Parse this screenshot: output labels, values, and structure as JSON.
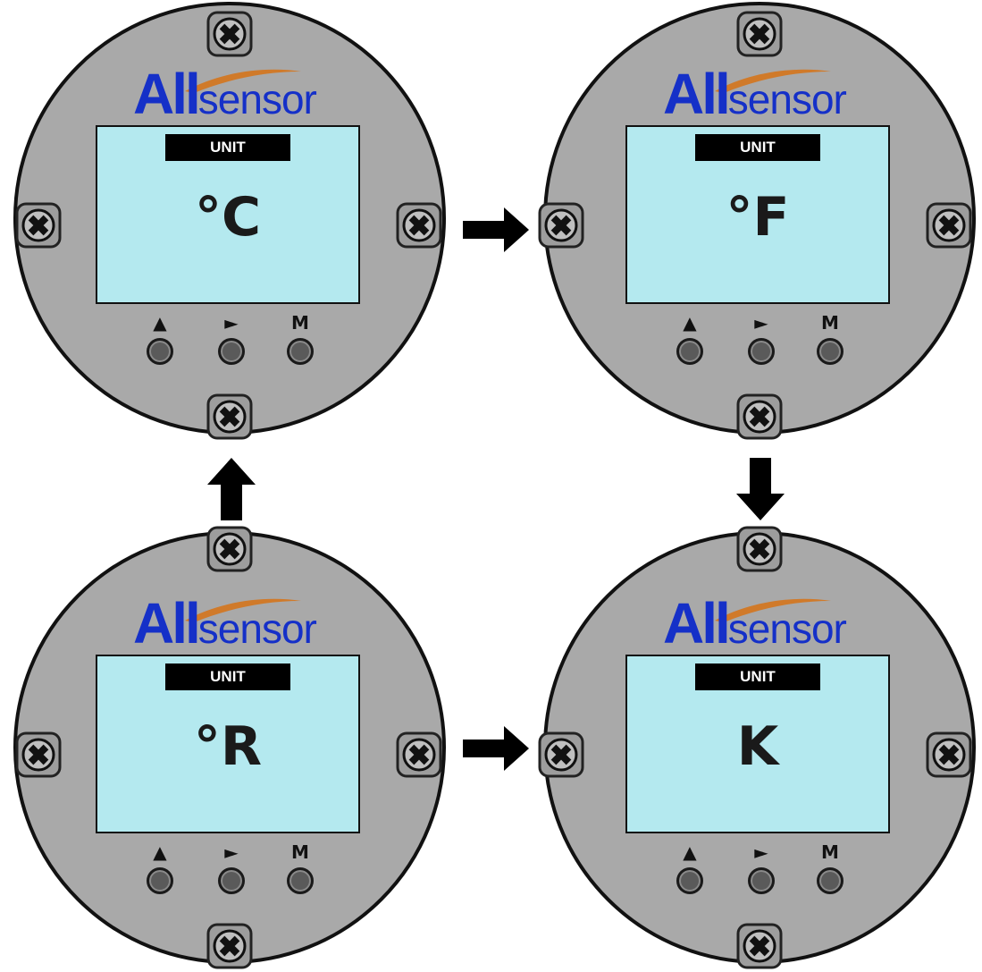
{
  "brand": {
    "part1": "All",
    "part2": "sensor"
  },
  "buttons": [
    "▲",
    "►",
    "M"
  ],
  "displays": [
    {
      "title": "UNIT",
      "value": "°C"
    },
    {
      "title": "UNIT",
      "value": "°F"
    },
    {
      "title": "UNIT",
      "value": "°R"
    },
    {
      "title": "UNIT",
      "value": "K"
    }
  ],
  "colors": {
    "housing": "#a9a9a9",
    "screen": "#b4e9ef",
    "brand_text": "#1530c8",
    "brand_swoosh": "#d07a2a",
    "arrow": "#000000"
  },
  "icons": [
    "screw-icon",
    "arrow-right-icon",
    "arrow-down-icon",
    "arrow-up-icon"
  ]
}
